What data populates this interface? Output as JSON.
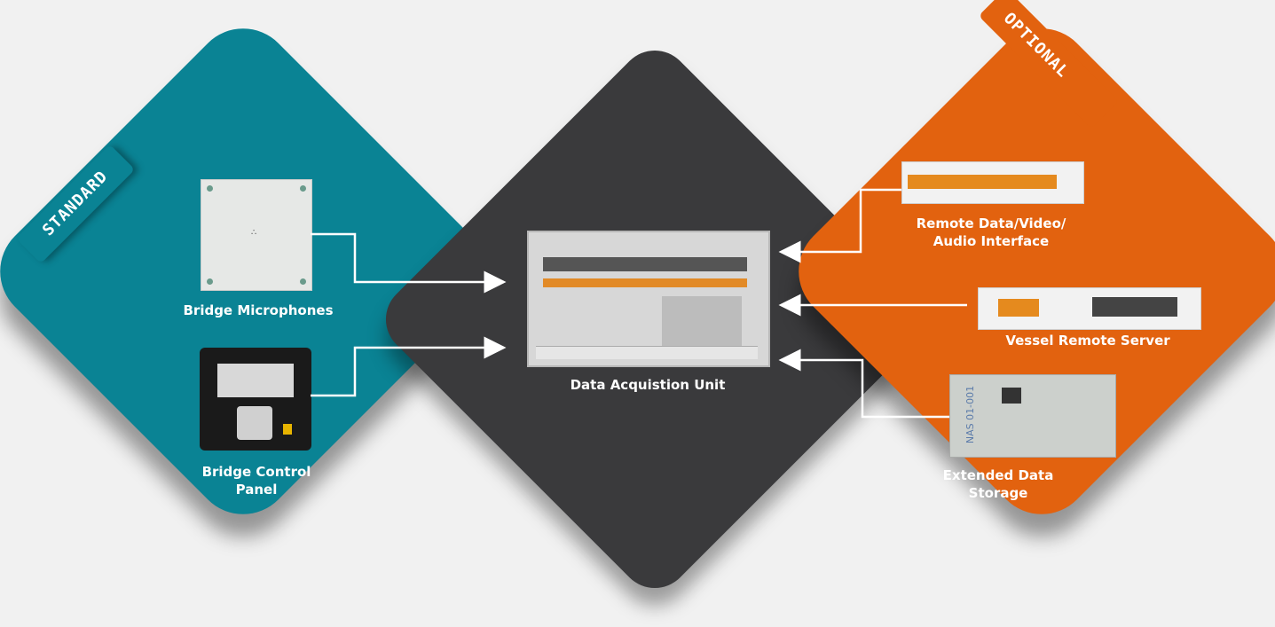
{
  "tabs": {
    "standard": "STANDARD",
    "optional": "OPTIONAL"
  },
  "nodes": {
    "bridge_microphones": "Bridge Microphones",
    "bridge_control_panel": "Bridge Control Panel",
    "data_acquisition_unit": "Data Acquistion Unit",
    "remote_interface": "Remote Data/Video/ Audio Interface",
    "vessel_remote_server": "Vessel Remote Server",
    "extended_data_storage": "Extended Data Storage"
  },
  "device_text": {
    "storage_label": "NAS 01-001"
  },
  "colors": {
    "teal": "#0a8394",
    "gray": "#3a3a3c",
    "orange": "#e2620f",
    "background": "#f1f1f1"
  }
}
